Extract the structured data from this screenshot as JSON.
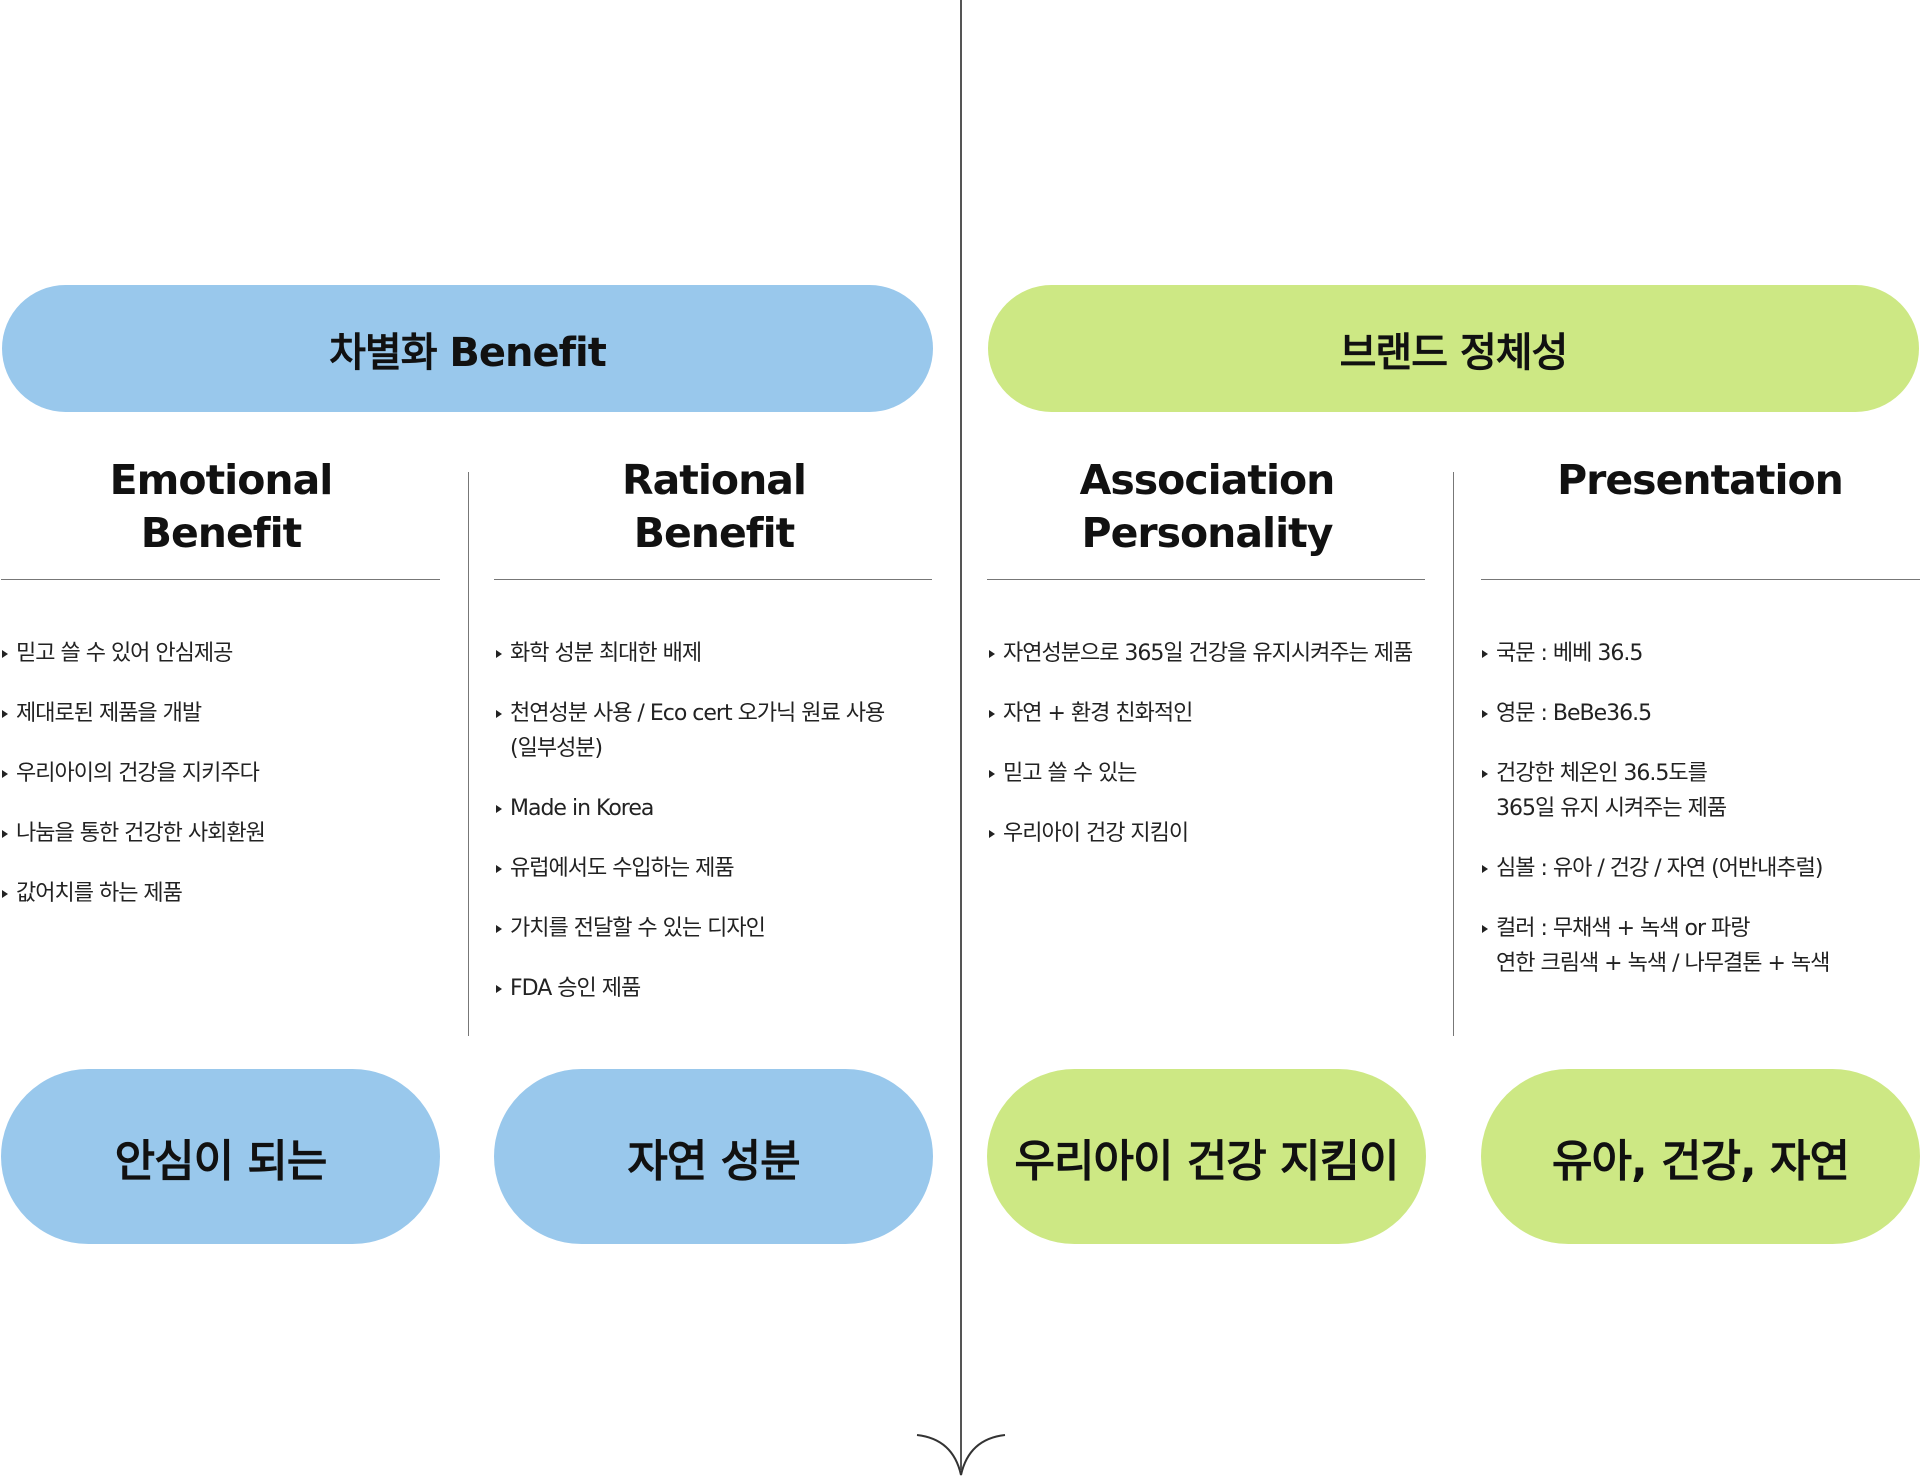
{
  "headers": {
    "left": "차별화 Benefit",
    "right": "브랜드 정체성"
  },
  "columns": [
    {
      "title": "Emotional\nBenefit",
      "items": [
        "믿고 쓸 수 있어 안심제공",
        "제대로된 제품을 개발",
        "우리아이의 건강을 지키주다",
        "나눔을 통한 건강한 사회환원",
        "값어치를 하는 제품"
      ],
      "summary": "안심이 되는"
    },
    {
      "title": "Rational\nBenefit",
      "items": [
        "화학 성분 최대한 배제",
        "천연성분 사용 / Eco cert 오가닉 원료 사용\n(일부성분)",
        "Made in Korea",
        "유럽에서도 수입하는 제품",
        "가치를 전달할 수 있는 디자인",
        "FDA 승인 제품"
      ],
      "summary": "자연 성분"
    },
    {
      "title": "Association\nPersonality",
      "items": [
        "자연성분으로 365일 건강을 유지시켜주는 제품",
        "자연 + 환경 친화적인",
        "믿고 쓸 수 있는",
        "우리아이 건강 지킴이"
      ],
      "summary": "우리아이 건강 지킴이"
    },
    {
      "title": "Presentation",
      "items": [
        "국문 : 베베 36.5",
        "영문 : BeBe36.5",
        "건강한 체온인 36.5도를\n 365일 유지 시켜주는 제품",
        "심볼 : 유아 / 건강 / 자연 (어반내추럴)",
        "컬러 : 무채색 + 녹색 or 파랑\n연한 크림색 + 녹색 / 나무결톤 + 녹색"
      ],
      "summary": "유아, 건강, 자연"
    }
  ],
  "colors": {
    "blue": "#99c8ec",
    "green": "#cde884",
    "line": "#777777"
  }
}
